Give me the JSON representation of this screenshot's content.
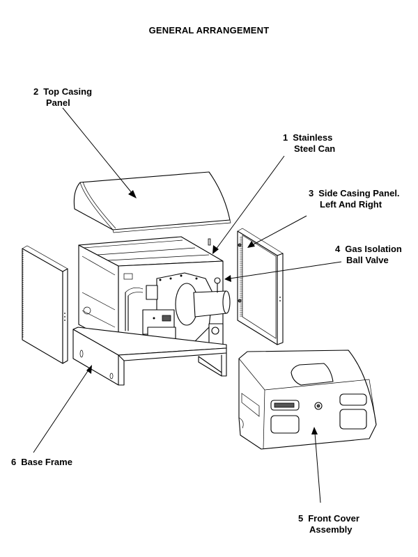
{
  "title": "GENERAL ARRANGEMENT",
  "callouts": [
    {
      "number": "1",
      "line1": "Stainless",
      "line2": "Steel Can"
    },
    {
      "number": "2",
      "line1": "Top Casing",
      "line2": "Panel"
    },
    {
      "number": "3",
      "line1": "Side Casing Panel.",
      "line2": "Left And Right"
    },
    {
      "number": "4",
      "line1": "Gas Isolation",
      "line2": "Ball Valve"
    },
    {
      "number": "5",
      "line1": "Front Cover",
      "line2": "Assembly"
    },
    {
      "number": "6",
      "line1": "Base Frame",
      "line2": ""
    }
  ]
}
